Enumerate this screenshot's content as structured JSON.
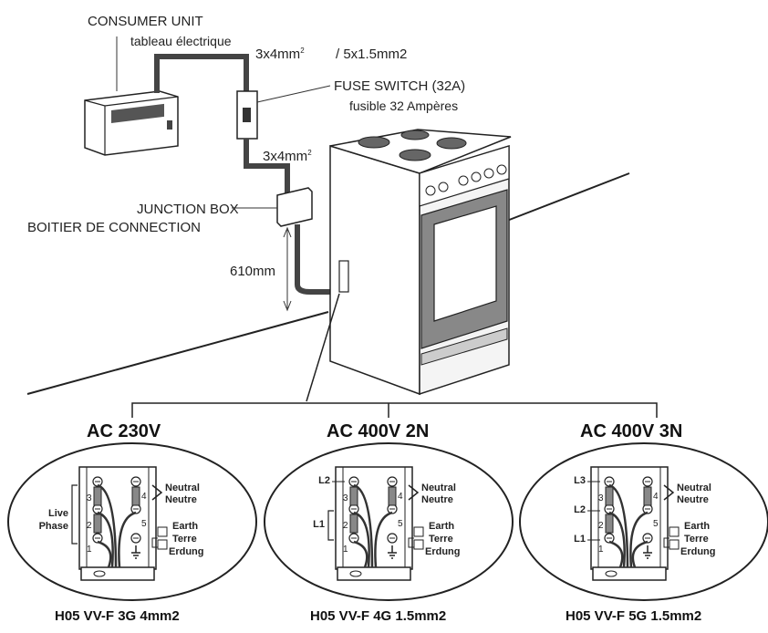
{
  "top": {
    "consumer_unit": "CONSUMER UNIT",
    "consumer_unit_fr": "tableau électrique",
    "cable_top_a": "3x4mm",
    "cable_top_a_sup": "2",
    "cable_top_b": "/ 5x1.5mm2",
    "fuse_switch": "FUSE SWITCH (32A)",
    "fuse_switch_fr": "fusible 32 Ampères",
    "cable_mid": "3x4mm",
    "cable_mid_sup": "2",
    "junction_box": "JUNCTION BOX",
    "junction_box_fr": "BOITIER DE CONNECTION",
    "height": "610mm"
  },
  "panels": [
    {
      "heading": "AC 230V",
      "side_labels": [
        "Live",
        "Phase"
      ],
      "left_terms": [
        "3",
        "2",
        "1"
      ],
      "right_terms": [
        "4",
        "5"
      ],
      "neutral": [
        "Neutral",
        "Neutre"
      ],
      "earth": [
        "Earth",
        "Terre",
        "Erdung"
      ],
      "cable": "H05 VV-F 3G 4mm2"
    },
    {
      "heading": "AC 400V 2N",
      "side_labels": [
        "L2",
        "L1"
      ],
      "left_terms": [
        "3",
        "2",
        "1"
      ],
      "right_terms": [
        "4",
        "5"
      ],
      "neutral": [
        "Neutral",
        "Neutre"
      ],
      "earth": [
        "Earth",
        "Terre",
        "Erdung"
      ],
      "cable": "H05 VV-F 4G 1.5mm2"
    },
    {
      "heading": "AC 400V 3N",
      "side_labels": [
        "L3",
        "L2",
        "L1"
      ],
      "left_terms": [
        "3",
        "2",
        "1"
      ],
      "right_terms": [
        "4",
        "5"
      ],
      "neutral": [
        "Neutral",
        "Neutre"
      ],
      "earth": [
        "Earth",
        "Terre",
        "Erdung"
      ],
      "cable": "H05 VV-F 5G 1.5mm2"
    }
  ]
}
